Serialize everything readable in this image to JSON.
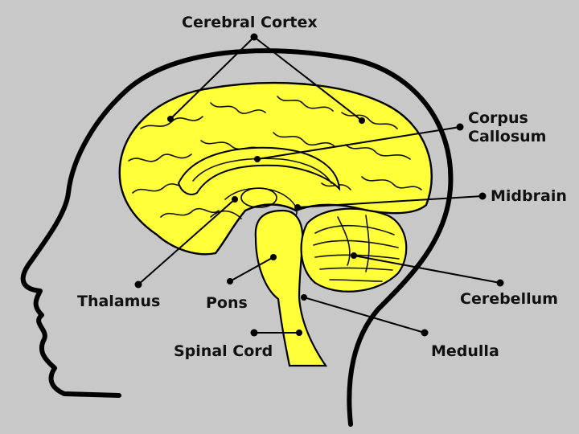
{
  "diagram": {
    "colors": {
      "background": "#c8c8c8",
      "brain_fill": "#ffff3a",
      "outline": "#000000",
      "text": "#111111"
    },
    "labels": {
      "cerebral_cortex": "Cerebral Cortex",
      "corpus_callosum_line1": "Corpus",
      "corpus_callosum_line2": "Callosum",
      "midbrain": "Midbrain",
      "thalamus": "Thalamus",
      "pons": "Pons",
      "cerebellum": "Cerebellum",
      "spinal_cord": "Spinal Cord",
      "medulla": "Medulla"
    }
  }
}
